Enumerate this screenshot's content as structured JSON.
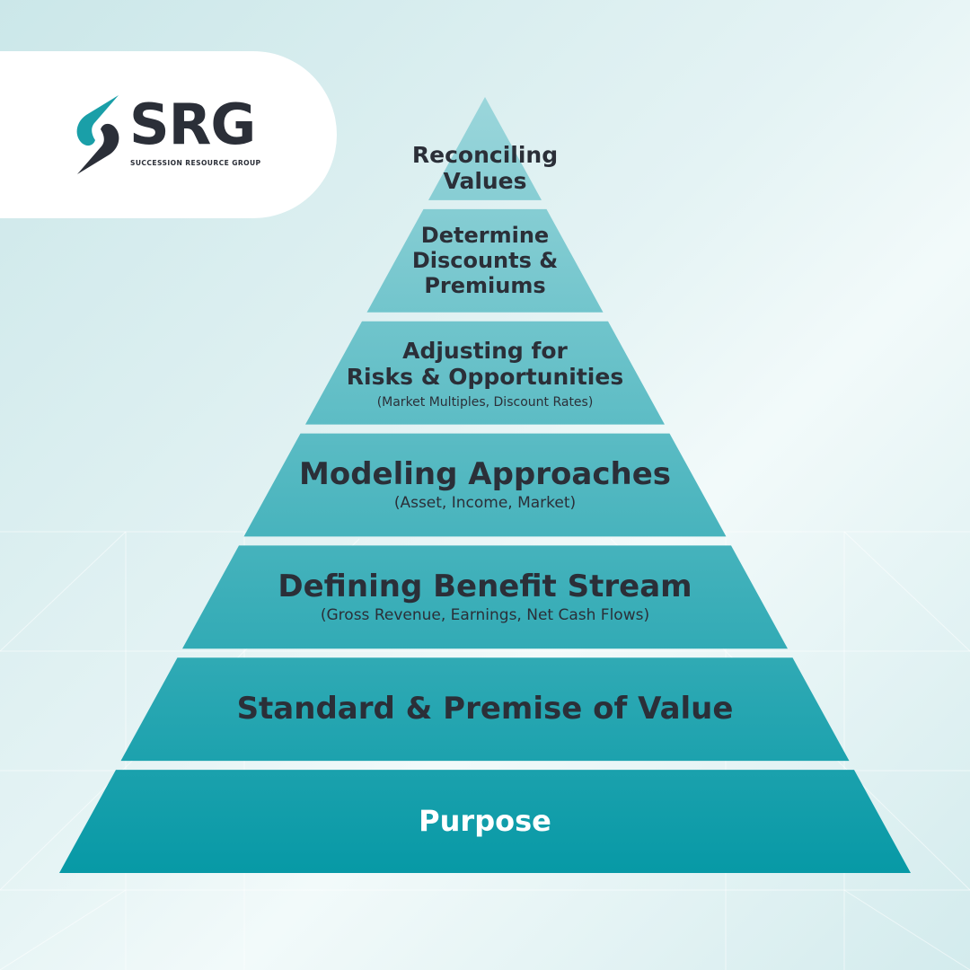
{
  "brand": {
    "name": "SRG",
    "tagline": "SUCCESSION RESOURCE GROUP",
    "colors": {
      "teal": "#1a9fa8",
      "dark": "#2b2f38"
    }
  },
  "pyramid": {
    "colors": {
      "top": "#9bd6db",
      "bottom": "#0799a6",
      "text_dark": "#2b2f38",
      "text_light": "#ffffff"
    },
    "levels": [
      {
        "title": "Reconciling\nValues",
        "subtitle": ""
      },
      {
        "title": "Determine\nDiscounts &\nPremiums",
        "subtitle": ""
      },
      {
        "title": "Adjusting for\nRisks & Opportunities",
        "subtitle": "(Market Multiples, Discount Rates)"
      },
      {
        "title": "Modeling Approaches",
        "subtitle": "(Asset, Income, Market)"
      },
      {
        "title": "Defining Benefit Stream",
        "subtitle": "(Gross Revenue, Earnings, Net Cash Flows)"
      },
      {
        "title": "Standard & Premise of Value",
        "subtitle": ""
      },
      {
        "title": "Purpose",
        "subtitle": ""
      }
    ]
  }
}
